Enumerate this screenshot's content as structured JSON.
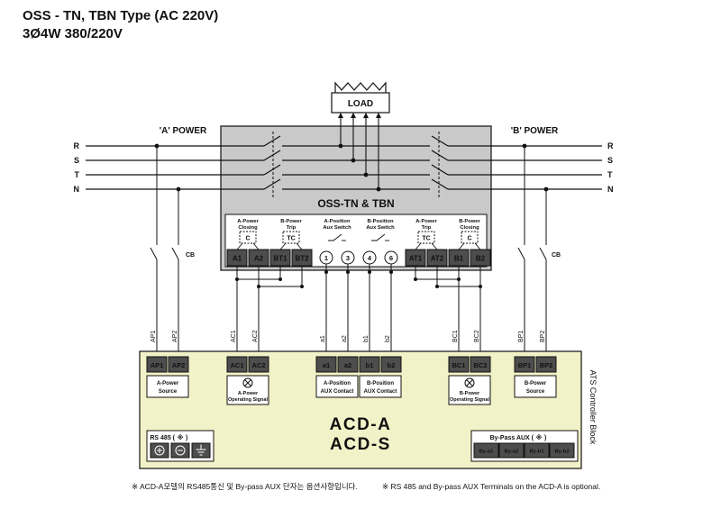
{
  "title": {
    "line1": "OSS - TN, TBN Type (AC 220V)",
    "line2": "3Ø4W 380/220V"
  },
  "load": {
    "label": "LOAD"
  },
  "power_a_label": "'A' POWER",
  "power_b_label": "'B' POWER",
  "phases_left": [
    "R",
    "S",
    "T",
    "N"
  ],
  "phases_right": [
    "R",
    "S",
    "T",
    "N"
  ],
  "cb_label": "CB",
  "oss": {
    "name": "OSS-TN & TBN",
    "groups": [
      {
        "l1": "A-Power",
        "l2": "Closing",
        "comp": "C"
      },
      {
        "l1": "B-Power",
        "l2": "Trip",
        "comp": "TC"
      },
      {
        "l1": "A-Position",
        "l2": "Aux Switch"
      },
      {
        "l1": "B-Position",
        "l2": "Aux Switch"
      },
      {
        "l1": "A-Power",
        "l2": "Trip",
        "comp": "TC"
      },
      {
        "l1": "B-Power",
        "l2": "Closing",
        "comp": "C"
      }
    ],
    "terminals": [
      "A1",
      "A2",
      "BT1",
      "BT2",
      "AT1",
      "AT2",
      "B1",
      "B2"
    ],
    "aux_terminals": [
      "1",
      "3",
      "4",
      "6"
    ]
  },
  "wires": [
    "AP1",
    "AP2",
    "AC1",
    "AC2",
    "a1",
    "a2",
    "b1",
    "b2",
    "BC1",
    "BC2",
    "BP1",
    "BP2"
  ],
  "controller": {
    "side_label": "ATS Controller Block",
    "name_line1": "ACD-A",
    "name_line2": "ACD-S",
    "terminals": [
      "AP1",
      "AP2",
      "AC1",
      "AC2",
      "a1",
      "a2",
      "b1",
      "b2",
      "BC1",
      "BC2",
      "BP1",
      "BP2"
    ],
    "modules": [
      {
        "l1": "A-Power",
        "l2": "Source"
      },
      {
        "l1": "A-Power",
        "l2": "Operating Signal",
        "icon": "lamp"
      },
      {
        "l1": "A-Position",
        "l2": "AUX Contact"
      },
      {
        "l1": "B-Position",
        "l2": "AUX Contact"
      },
      {
        "l1": "B-Power",
        "l2": "Operating Signal",
        "icon": "lamp"
      },
      {
        "l1": "B-Power",
        "l2": "Source"
      }
    ],
    "rs485": {
      "title_pre": "RS 485 (",
      "star": "※",
      "title_post": ")",
      "icons": [
        "plus-terminal",
        "minus-terminal",
        "ground-terminal"
      ]
    },
    "bypass": {
      "title_pre": "By-Pass AUX (",
      "star": "※",
      "title_post": ")",
      "terminals": [
        "By-a1",
        "By-a2",
        "By-b1",
        "By-b2"
      ]
    }
  },
  "notes": {
    "korean": "※ ACD-A모델의 RS485통신 및 By-pass AUX 단자는 옵션사항입니다.",
    "english": "※ RS 485 and By-pass AUX Terminals on the ACD-A is optional."
  },
  "colors": {
    "gray_box": "#c9c9c9",
    "terminal_dark": "#4d4d4d",
    "controller_fill": "#f2f2c8",
    "note_red": "#d03030"
  }
}
